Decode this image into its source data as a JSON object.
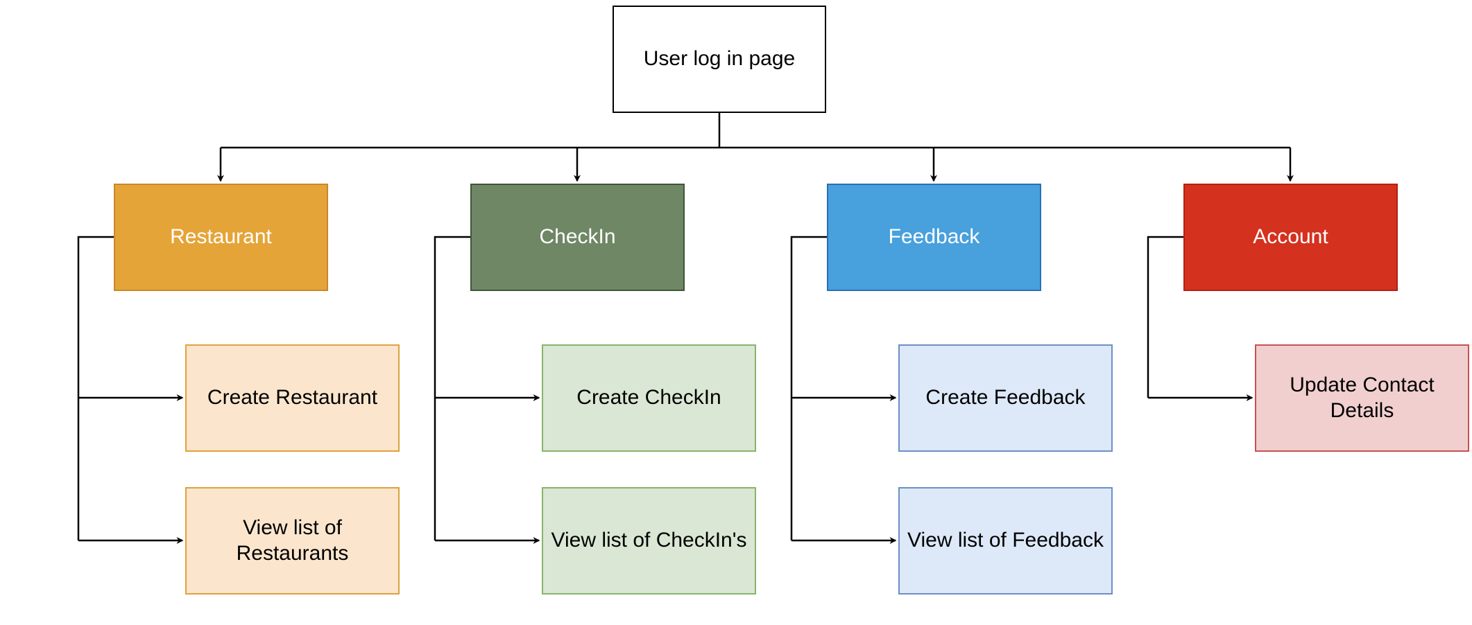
{
  "root": {
    "label": "User log in page",
    "fill": "#ffffff",
    "border": "#000000"
  },
  "categories": [
    {
      "key": "restaurant",
      "label": "Restaurant",
      "fill": "#e5a438",
      "border": "#c9872a",
      "text_color": "#ffffff",
      "children": [
        {
          "label": "Create Restaurant",
          "fill": "#fbe6cd",
          "border": "#e0a13c"
        },
        {
          "label": "View list of Restaurants",
          "fill": "#fbe6cd",
          "border": "#e0a13c"
        }
      ]
    },
    {
      "key": "checkin",
      "label": "CheckIn",
      "fill": "#6f8765",
      "border": "#3f5637",
      "text_color": "#ffffff",
      "children": [
        {
          "label": "Create CheckIn",
          "fill": "#d9e7d4",
          "border": "#88b467"
        },
        {
          "label": "View list of CheckIn's",
          "fill": "#d9e7d4",
          "border": "#88b467"
        }
      ]
    },
    {
      "key": "feedback",
      "label": "Feedback",
      "fill": "#48a0dd",
      "border": "#2a6eb3",
      "text_color": "#ffffff",
      "children": [
        {
          "label": "Create Feedback",
          "fill": "#dde8f8",
          "border": "#6d8fc5"
        },
        {
          "label": "View list of Feedback",
          "fill": "#dde8f8",
          "border": "#6d8fc5"
        }
      ]
    },
    {
      "key": "account",
      "label": "Account",
      "fill": "#d4311f",
      "border": "#b51f12",
      "text_color": "#ffffff",
      "children": [
        {
          "label": "Update Contact Details",
          "fill": "#f2cfcf",
          "border": "#c65151"
        }
      ]
    }
  ],
  "edge_color": "#000000"
}
